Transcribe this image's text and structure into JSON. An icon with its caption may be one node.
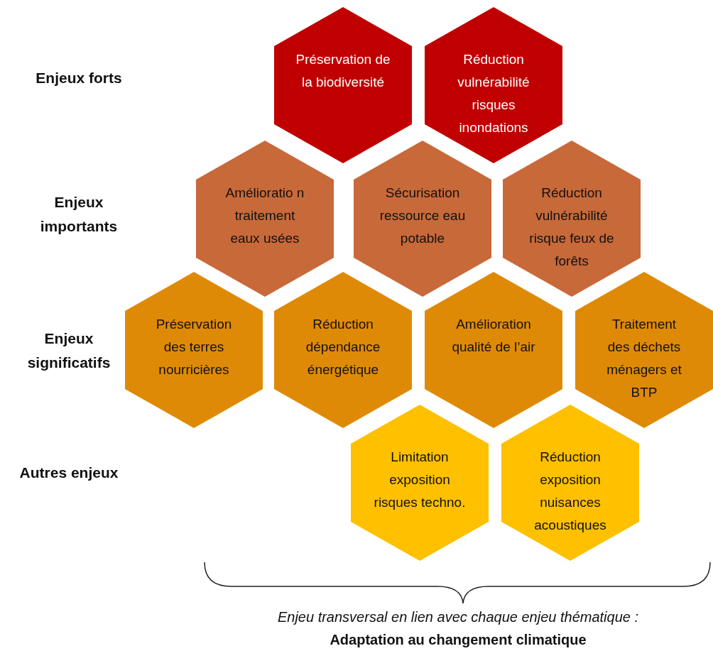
{
  "diagram": {
    "nodes": [
      {
        "text": [
          "Préservation de la biodiversité"
        ]
      },
      {
        "text": [
          "Réduction vulnérabilité risques inondations"
        ]
      },
      {
        "text": [
          "Amélioratio n traitement eaux usées"
        ]
      },
      {
        "text": [
          "Sécurisation ressource eau potable"
        ]
      },
      {
        "text": [
          "Réduction vulnérabilité risque feux de forêts"
        ]
      },
      {
        "text": [
          "Préservation des terres nourricières"
        ]
      },
      {
        "text": [
          "Réduction dépendance énergétique"
        ]
      },
      {
        "text": [
          "Amélioration qualité de l’air"
        ]
      },
      {
        "text": [
          "Traitement des déchets ménagers et BTP"
        ]
      },
      {
        "text": [
          "Limitation exposition risques techno."
        ]
      },
      {
        "text": [
          "Réduction exposition nuisances acoustiques"
        ]
      }
    ],
    "edges": [],
    "labels": [
      "Enjeux forts",
      "Enjeux importants",
      "Enjeux significatifs",
      "Autres enjeux",
      "Enjeu transversal en lien avec chaque enjeu thématique :",
      "Adaptation au changement climatique"
    ]
  }
}
